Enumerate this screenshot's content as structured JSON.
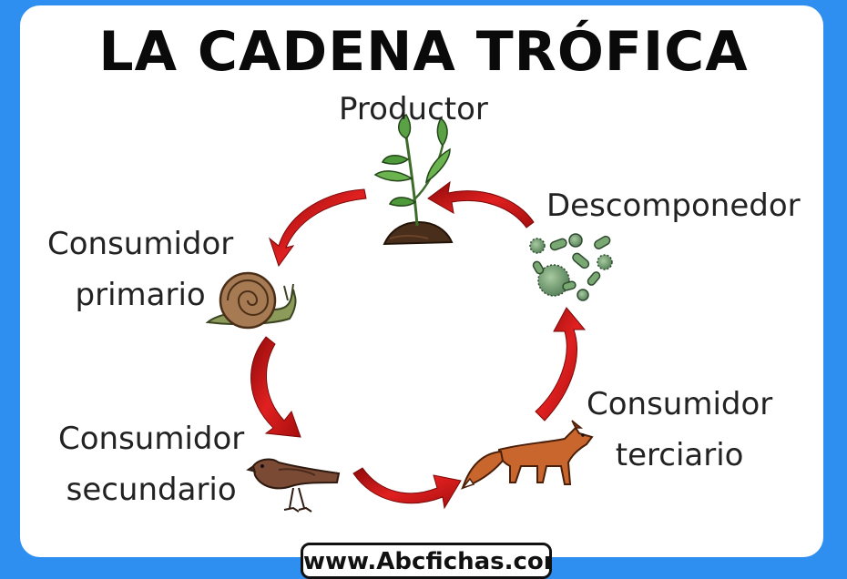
{
  "title": "LA CADENA TRÓFICA",
  "nodes": {
    "productor": "Productor",
    "descomponedor": "Descomponedor",
    "consumidor_primario": [
      "Consumidor",
      "primario"
    ],
    "consumidor_secundario": [
      "Consumidor",
      "secundario"
    ],
    "consumidor_terciario": [
      "Consumidor",
      "terciario"
    ]
  },
  "footer": "www.Abcfichas.com",
  "colors": {
    "frame": "#2f8ff0",
    "arrow": "#d01818",
    "arrow_dark": "#8e0a0a",
    "title": "#0a0a0a"
  },
  "icons": {
    "productor": "plant-sprout-icon",
    "consumidor_primario": "snail-icon",
    "consumidor_secundario": "bird-icon",
    "consumidor_terciario": "fox-icon",
    "descomponedor": "bacteria-icon"
  }
}
